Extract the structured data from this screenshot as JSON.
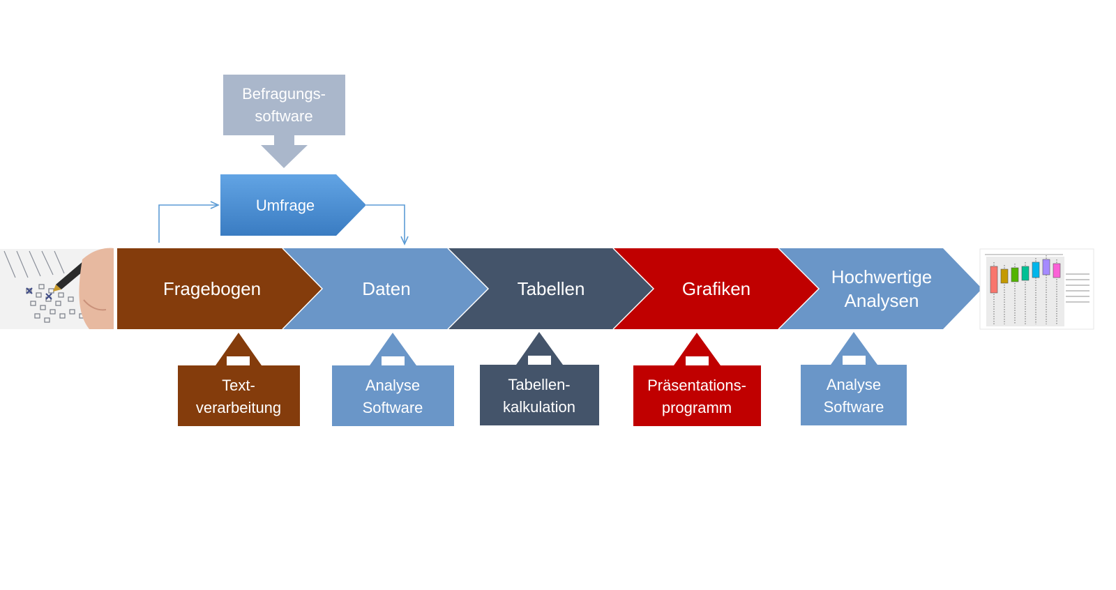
{
  "diagram": {
    "top_box": {
      "lines": [
        "Befragungs-",
        "software"
      ],
      "color": "#aab7cb"
    },
    "survey": {
      "label": "Umfrage",
      "color": "#5b9bd5"
    },
    "chevrons": [
      {
        "lines": [
          "Fragebogen"
        ],
        "color": "#843c0c"
      },
      {
        "lines": [
          "Daten"
        ],
        "color": "#6a96c8"
      },
      {
        "lines": [
          "Tabellen"
        ],
        "color": "#44546a"
      },
      {
        "lines": [
          "Grafiken"
        ],
        "color": "#c00000"
      },
      {
        "lines": [
          "Hochwertige",
          "Analysen"
        ],
        "color": "#6a96c8"
      }
    ],
    "tools": [
      {
        "lines": [
          "Text-",
          "verarbeitung"
        ],
        "color": "#843c0c"
      },
      {
        "lines": [
          "Analyse",
          "Software"
        ],
        "color": "#6a96c8"
      },
      {
        "lines": [
          "Tabellen-",
          "kalkulation"
        ],
        "color": "#44546a"
      },
      {
        "lines": [
          "Präsentations-",
          "programm"
        ],
        "color": "#c00000"
      },
      {
        "lines": [
          "Analyse",
          "Software"
        ],
        "color": "#6a96c8"
      }
    ],
    "connector_color": "#5b9bd5",
    "left_image": {
      "icon": "questionnaire-photo-icon"
    },
    "right_image": {
      "icon": "boxplot-chart-thumbnail-icon",
      "box_colors": [
        "#f8766d",
        "#c49a00",
        "#53b400",
        "#00c094",
        "#00b6eb",
        "#a58aff",
        "#fb61d7"
      ]
    }
  }
}
